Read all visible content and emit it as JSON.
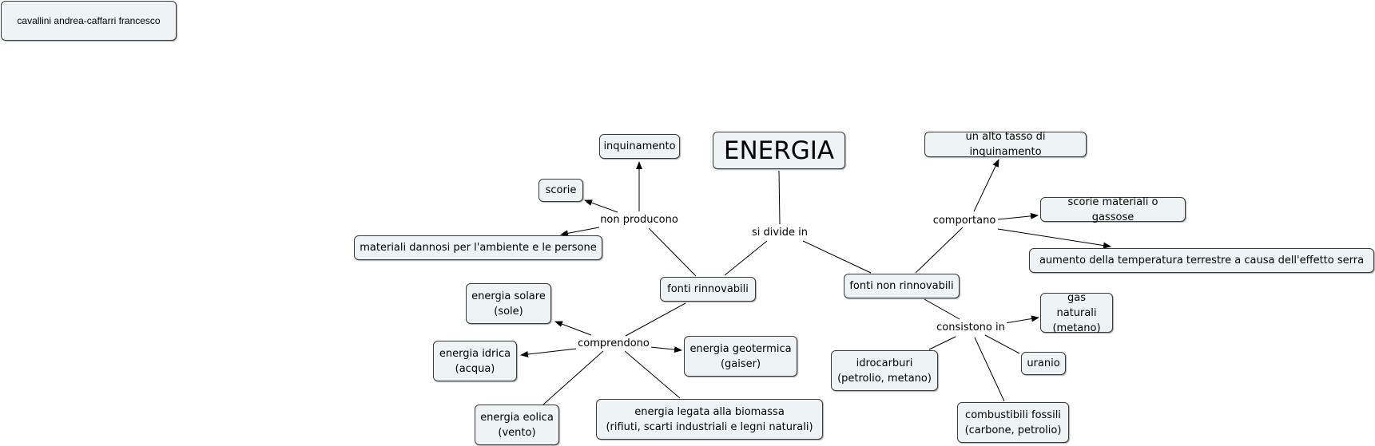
{
  "author": "cavallini andrea-caffarri francesco",
  "title": "ENERGIA",
  "links": {
    "divide": "si divide in",
    "non_producono": "non producono",
    "comprendono": "comprendono",
    "comportano": "comportano",
    "consistono": "consistono in"
  },
  "nodes": {
    "rinnovabili": "fonti rinnovabili",
    "non_rinnovabili": "fonti non rinnovabili",
    "inquinamento": "inquinamento",
    "scorie": "scorie",
    "materiali": "materiali dannosi per l'ambiente e le persone",
    "solare": "energia solare\n(sole)",
    "idrica": "energia idrica\n(acqua)",
    "eolica": "energia eolica\n(vento)",
    "geotermica": "energia geotermica\n(gaiser)",
    "biomassa": "energia legata alla biomassa\n(rifiuti, scarti industriali e legni naturali)",
    "alto_tasso": "un alto tasso di inquinamento",
    "scorie_mat": "scorie materiali o gassose",
    "temperatura": "aumento della temperatura terrestre a causa dell'effetto serra",
    "gas": "gas naturali\n(metano)",
    "uranio": "uranio",
    "idrocarburi": "idrocarburi\n(petrolio, metano)",
    "combustibili": "combustibili fossili\n(carbone, petrolio)"
  }
}
